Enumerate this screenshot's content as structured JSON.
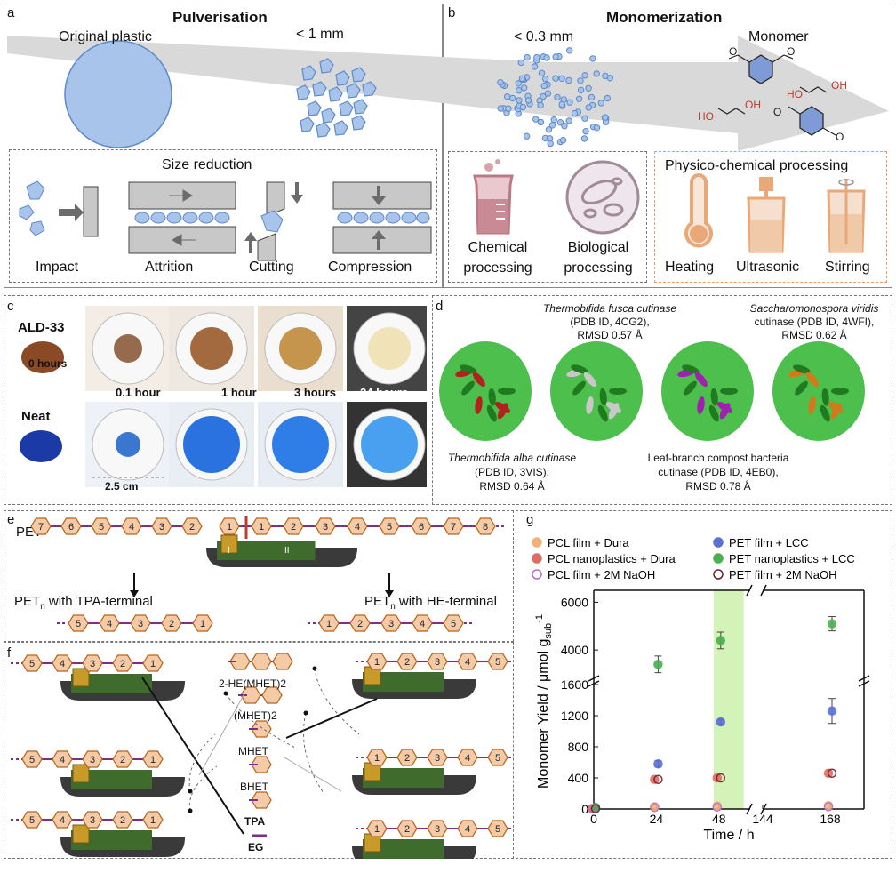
{
  "panel_a": {
    "letter": "a",
    "title": "Pulverisation",
    "original_label": "Original plastic",
    "size_label": "< 1 mm",
    "box_title": "Size reduction",
    "methods": [
      "Impact",
      "Attrition",
      "Cutting",
      "Compression"
    ]
  },
  "panel_b": {
    "letter": "b",
    "title": "Monomerization",
    "size_label": "< 0.3 mm",
    "monomer_label": "Monomer",
    "chem_label_1": "Chemical",
    "chem_label_2": "processing",
    "bio_label_1": "Biological",
    "bio_label_2": "processing",
    "physico_title": "Physico-chemical processing",
    "physico_items": [
      "Heating",
      "Ultrasonic",
      "Stirring"
    ]
  },
  "panel_c": {
    "letter": "c",
    "row1_label": "ALD-33",
    "row2_label": "Neat",
    "times": [
      "0 hours",
      "0.1 hour",
      "1 hour",
      "3 hours",
      "24 hours"
    ],
    "scale": "2.5 cm"
  },
  "panel_d": {
    "letter": "d",
    "fusca": [
      "Thermobifida fusca cutinase",
      "(PDB ID, 4CG2),",
      "RMSD 0.57 Å"
    ],
    "viridis": [
      "Saccharomonospora viridis",
      "cutinase (PDB ID, 4WFI),",
      "RMSD 0.62 Å"
    ],
    "alba": [
      "Thermobifida alba cutinase",
      "(PDB ID, 3VIS),",
      "RMSD 0.64 Å"
    ],
    "leaf": [
      "Leaf-branch compost bacteria",
      "cutinase (PDB ID, 4EB0),",
      "RMSD 0.78 Å"
    ]
  },
  "panel_e": {
    "letter": "e",
    "pet": "PET",
    "top_left_nums": [
      "7",
      "6",
      "5",
      "4",
      "3",
      "2"
    ],
    "top_right_nums": [
      "1",
      "1",
      "2",
      "3",
      "4",
      "5",
      "6",
      "7",
      "8"
    ],
    "tpa_label": "PET",
    "tpa_sub": "n",
    "tpa_rest": " with TPA-terminal",
    "he_label": "PET",
    "he_sub": "n",
    "he_rest": " with HE-terminal",
    "left_chain": [
      "5",
      "4",
      "3",
      "2",
      "1"
    ],
    "right_chain": [
      "1",
      "2",
      "3",
      "4",
      "5"
    ],
    "site_I": "I",
    "site_II": "II"
  },
  "panel_f": {
    "letter": "f",
    "products": [
      "2-HE(MHET)2",
      "(MHET)2",
      "MHET",
      "BHET",
      "TPA",
      "EG"
    ],
    "chain5": [
      "5",
      "4",
      "3",
      "2",
      "1"
    ],
    "chain5r": [
      "1",
      "2",
      "3",
      "4",
      "5"
    ]
  },
  "panel_g": {
    "letter": "g",
    "legend": [
      {
        "label": "PCL film + Dura",
        "color": "#f2b27a",
        "fill": true
      },
      {
        "label": "PET film + LCC",
        "color": "#5b6fd6",
        "fill": true
      },
      {
        "label": "PCL nanoplastics + Dura",
        "color": "#e06b62",
        "fill": true
      },
      {
        "label": "PET nanoplastics + LCC",
        "color": "#4caf50",
        "fill": true
      },
      {
        "label": "PCL film + 2M NaOH",
        "color": "#b46fd0",
        "fill": false
      },
      {
        "label": "PET film + 2M NaOH",
        "color": "#6b1f2a",
        "fill": false
      }
    ],
    "ylabel": "Monomer Yield / μmol g",
    "ylabel_sub": "sub",
    "ylabel_sup": "-1",
    "xlabel": "Time / h"
  },
  "chart_data": {
    "type": "scatter",
    "xlabel": "Time / h",
    "ylabel": "Monomer Yield / μmol gsub-1",
    "x_ticks": [
      "0",
      "24",
      "48",
      "144",
      "168"
    ],
    "y_ticks_lower": [
      "0",
      "400",
      "800",
      "1200",
      "1600"
    ],
    "y_ticks_upper": [
      "4000",
      "6000"
    ],
    "axis_breaks": {
      "y": [
        1600,
        3000
      ],
      "x": [
        60,
        144
      ]
    },
    "highlight_x": 48,
    "series": [
      {
        "name": "PCL film + Dura",
        "x": [
          0,
          24,
          48,
          168
        ],
        "y": [
          5,
          30,
          40,
          45
        ]
      },
      {
        "name": "PET film + LCC",
        "x": [
          0,
          24,
          48,
          168
        ],
        "y": [
          15,
          580,
          1120,
          1260
        ],
        "err": [
          5,
          40,
          30,
          160
        ]
      },
      {
        "name": "PCL nanoplastics + Dura",
        "x": [
          0,
          24,
          48,
          168
        ],
        "y": [
          5,
          380,
          400,
          460
        ]
      },
      {
        "name": "PET nanoplastics + LCC",
        "x": [
          0,
          24,
          48,
          168
        ],
        "y": [
          20,
          3400,
          4400,
          5100
        ],
        "err": [
          5,
          350,
          350,
          300
        ]
      },
      {
        "name": "PCL film + 2M NaOH",
        "x": [
          0,
          24,
          48,
          168
        ],
        "y": [
          5,
          20,
          25,
          30
        ]
      },
      {
        "name": "PET film + 2M NaOH",
        "x": [
          0,
          24,
          48,
          168
        ],
        "y": [
          5,
          380,
          400,
          460
        ]
      }
    ]
  }
}
